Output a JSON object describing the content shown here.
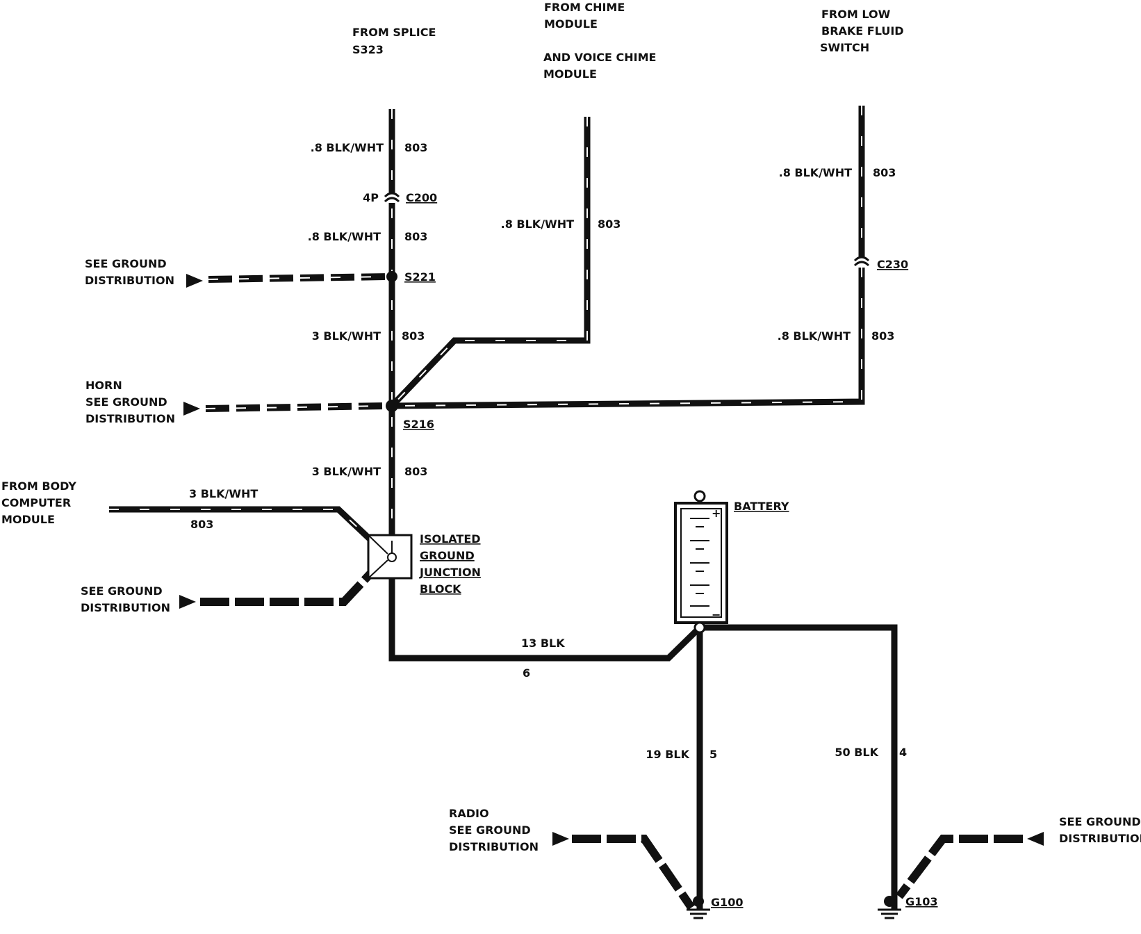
{
  "sources": {
    "splice": [
      "FROM SPLICE",
      "S323"
    ],
    "chime": [
      "FROM CHIME",
      "MODULE",
      "AND VOICE CHIME",
      "MODULE"
    ],
    "brake": [
      "FROM LOW",
      "BRAKE FLUID",
      "SWITCH"
    ],
    "body_computer": [
      "FROM BODY",
      "COMPUTER",
      "MODULE"
    ]
  },
  "ground_refs": {
    "s221": [
      "SEE GROUND",
      "DISTRIBUTION"
    ],
    "horn": [
      "HORN",
      "SEE GROUND",
      "DISTRIBUTION"
    ],
    "junction": [
      "SEE GROUND",
      "DISTRIBUTION"
    ],
    "radio": [
      "RADIO",
      "SEE GROUND",
      "DISTRIBUTION"
    ],
    "g103": [
      "SEE GROUND",
      "DISTRIBUTION"
    ]
  },
  "wires": {
    "w1": {
      "gauge": ".8 BLK/WHT",
      "circuit": "803"
    },
    "w2": {
      "gauge": ".8 BLK/WHT",
      "circuit": "803"
    },
    "w3": {
      "gauge": "3 BLK/WHT",
      "circuit": "803"
    },
    "w4": {
      "gauge": "3 BLK/WHT",
      "circuit": "803"
    },
    "chime": {
      "gauge": ".8 BLK/WHT",
      "circuit": "803"
    },
    "brake_top": {
      "gauge": ".8 BLK/WHT",
      "circuit": "803"
    },
    "brake_bottom": {
      "gauge": ".8 BLK/WHT",
      "circuit": "803"
    },
    "body": {
      "gauge": "3 BLK/WHT",
      "circuit": "803"
    },
    "battery_ground": {
      "gauge": "13 BLK",
      "circuit": "6"
    },
    "g100": {
      "gauge": "19 BLK",
      "circuit": "5"
    },
    "g103": {
      "gauge": "50 BLK",
      "circuit": "4"
    }
  },
  "connectors": {
    "c200": {
      "id": "C200",
      "pins": "4P"
    },
    "c230": {
      "id": "C230"
    }
  },
  "splices": {
    "s221": "S221",
    "s216": "S216"
  },
  "components": {
    "junction_block": [
      "ISOLATED",
      "GROUND",
      "JUNCTION",
      "BLOCK"
    ],
    "battery": "BATTERY",
    "battery_pos": "+",
    "battery_neg": "−"
  },
  "grounds": {
    "g100": "G100",
    "g103": "G103"
  }
}
